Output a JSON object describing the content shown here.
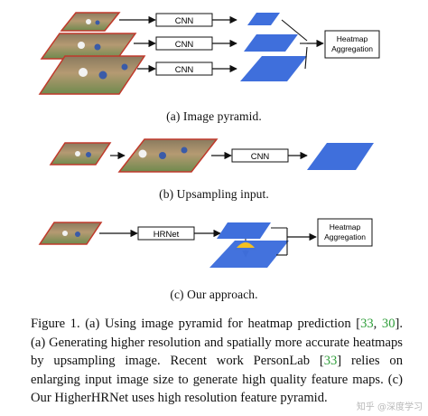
{
  "colors": {
    "accent_blue": "#3f6fdc",
    "arrow": "#111111",
    "photo_border": "#c0392b",
    "fusion_yellow": "#f4c020",
    "citation_green": "#2f9e3a"
  },
  "panel_a": {
    "boxes": [
      "CNN",
      "CNN",
      "CNN"
    ],
    "aggregation_label_line1": "Heatmap",
    "aggregation_label_line2": "Aggregation",
    "caption": "(a) Image pyramid."
  },
  "panel_b": {
    "box": "CNN",
    "caption": "(b) Upsampling input."
  },
  "panel_c": {
    "box": "HRNet",
    "aggregation_label_line1": "Heatmap",
    "aggregation_label_line2": "Aggregation",
    "caption": "(c) Our approach."
  },
  "figure_caption": {
    "p1": "Figure 1. (a) Using image pyramid for heatmap prediction [",
    "c1": "33",
    "p2": ", ",
    "c2": "30",
    "p3": "]. (a) Generating higher resolution and spatially more accurate heatmaps by upsampling image. Recent work PersonLab [",
    "c3": "33",
    "p4": "] relies on enlarging input image size to generate high quality feature maps. (c) Our HigherHRNet uses high resolution feature pyramid."
  },
  "watermark": "知乎 @深度学习"
}
